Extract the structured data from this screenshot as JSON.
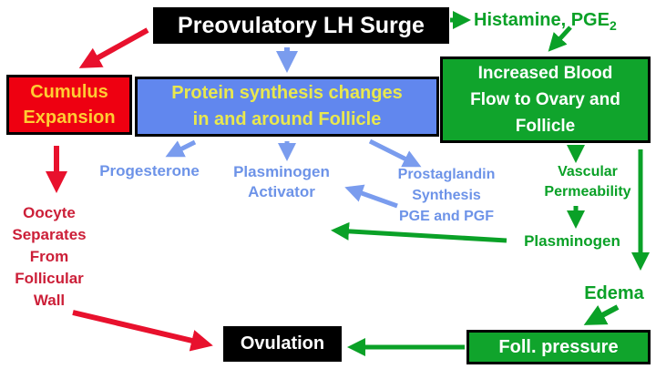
{
  "title": {
    "label": "Preovulatory LH Surge"
  },
  "nodes": {
    "histamine": {
      "text": "Histamine, PGE",
      "subscript": "2"
    },
    "cumulus": {
      "lines": [
        "Cumulus",
        "Expansion"
      ]
    },
    "protein": {
      "lines": [
        "Protein synthesis changes",
        "in and around Follicle"
      ]
    },
    "blood_flow": {
      "lines": [
        "Increased Blood",
        "Flow to Ovary and",
        "Follicle"
      ]
    },
    "progesterone": {
      "label": "Progesterone"
    },
    "plasminogen_activator": {
      "lines": [
        "Plasminogen",
        "Activator"
      ]
    },
    "prostaglandin": {
      "lines": [
        "Prostaglandin",
        "Synthesis",
        "PGE and PGF"
      ]
    },
    "vascular": {
      "lines": [
        "Vascular",
        "Permeability"
      ]
    },
    "plasminogen": {
      "label": "Plasminogen"
    },
    "oocyte": {
      "lines": [
        "Oocyte",
        "Separates",
        "From",
        "Follicular",
        "Wall"
      ]
    },
    "edema": {
      "label": "Edema"
    },
    "ovulation": {
      "label": "Ovulation"
    },
    "foll_pressure": {
      "label": "Foll. pressure"
    }
  },
  "colors": {
    "red_arrow": "#e8112d",
    "red_box_fill": "#ee0011",
    "red_text": "#cc1f38",
    "blue_fill": "#6187ee",
    "blue_arrow": "#7a9cee",
    "blue_text": "#6d93e8",
    "green_fill": "#10a42c",
    "green_text": "#0aa127",
    "yellow_on_red": "#ffcc33",
    "yellow_on_blue": "#e9e84e",
    "black_box": "#000000",
    "white_text": "#ffffff"
  }
}
